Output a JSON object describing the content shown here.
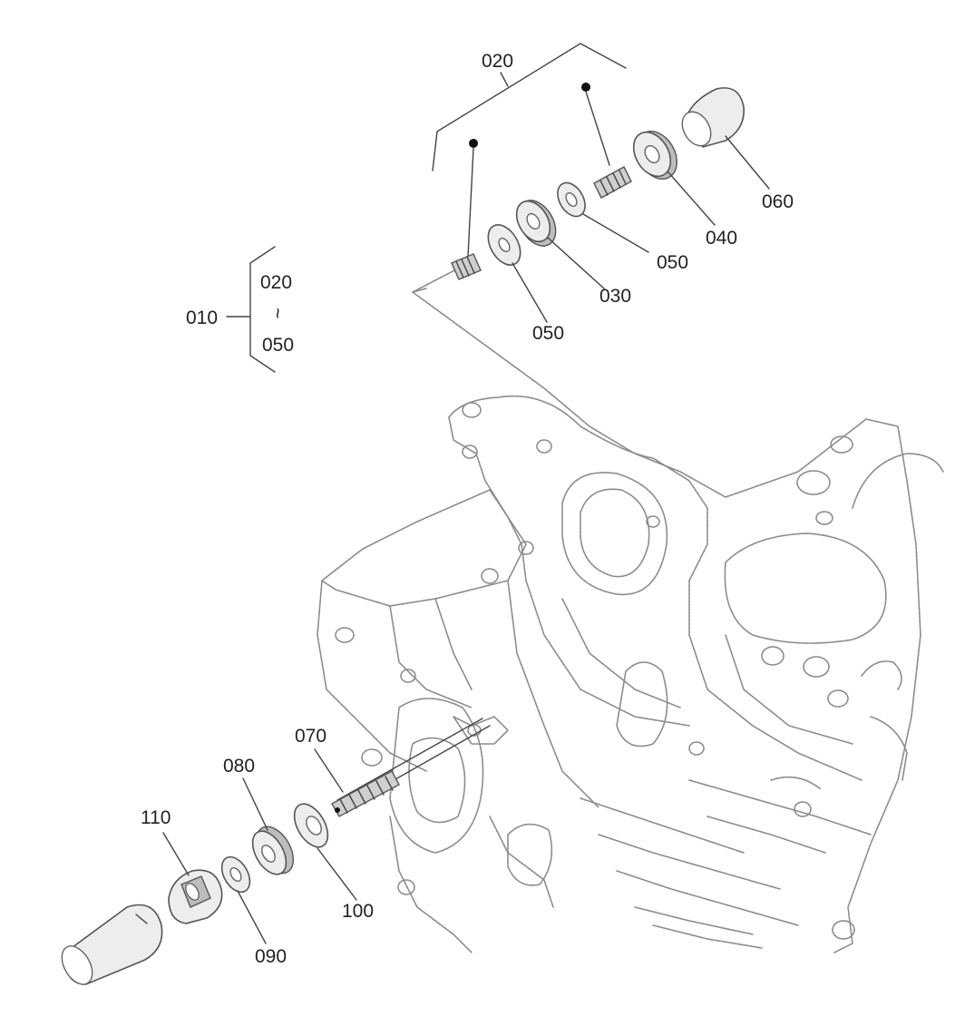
{
  "diagram": {
    "callouts": {
      "c010": "010",
      "c020_top": "020",
      "c020_group": "020",
      "c050_group": "050",
      "range_mark": "~",
      "c030": "030",
      "c040": "040",
      "c050_a": "050",
      "c050_b": "050",
      "c060": "060",
      "c070": "070",
      "c080": "080",
      "c090": "090",
      "c100": "100",
      "c110": "110"
    },
    "colors": {
      "line": "#444444",
      "sketch": "#8a8a8a",
      "part_fill": "#ededed",
      "dot": "#111111"
    }
  }
}
